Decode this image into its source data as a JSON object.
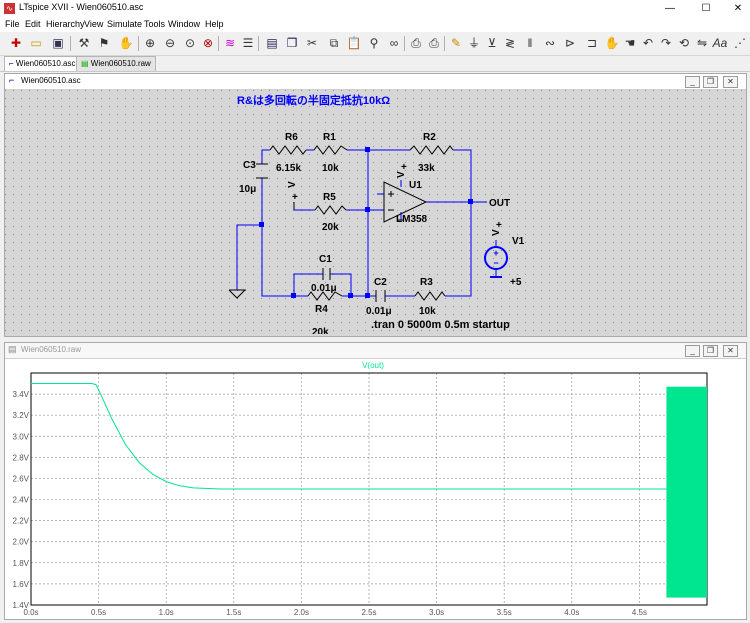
{
  "app": {
    "title": "LTspice XVII - Wien060510.asc"
  },
  "window_controls": {
    "minimize": "—",
    "maximize": "☐",
    "close": "✕"
  },
  "menu": [
    "File",
    "Edit",
    "Hierarchy",
    "View",
    "Simulate",
    "Tools",
    "Window",
    "Help"
  ],
  "toolbar_icons": [
    "new-schematic-icon",
    "open-icon",
    "save-icon",
    "control-panel-icon",
    "run-icon",
    "halt-icon",
    "pan-icon",
    "zoom-in-icon",
    "zoom-out-icon",
    "zoom-fit-icon",
    "cancel-zoom-icon",
    "autorange-icon",
    "tile-horizontal-icon",
    "tile-vertical-icon",
    "cascade-icon",
    "cut-icon",
    "copy-icon",
    "paste-icon",
    "find-icon",
    "print-setup-icon",
    "print-icon",
    "wire-icon",
    "ground-icon",
    "label-net-icon",
    "resistor-icon",
    "capacitor-icon",
    "inductor-icon",
    "diode-icon",
    "component-icon",
    "move-icon",
    "drag-icon",
    "undo-icon",
    "redo-icon",
    "rotate-icon",
    "mirror-icon",
    "text-icon",
    "spice-directive-icon"
  ],
  "tabs": [
    {
      "label": "Wien060510.asc",
      "icon": "schematic-icon",
      "active": true
    },
    {
      "label": "Wien060510.raw",
      "icon": "waveform-icon",
      "active": false
    }
  ],
  "schematic": {
    "title": "Wien060510.asc",
    "comment": "R&は多回転の半固定抵抗10kΩ",
    "directive": ".tran 0 5000m 0.5m startup",
    "components": [
      {
        "ref": "R6",
        "value": "6.15k"
      },
      {
        "ref": "R1",
        "value": "10k"
      },
      {
        "ref": "R2",
        "value": "33k"
      },
      {
        "ref": "C3",
        "value": "10μ"
      },
      {
        "ref": "R5",
        "value": "20k"
      },
      {
        "ref": "U1",
        "value": "LM358"
      },
      {
        "ref": "V1",
        "value": "+5"
      },
      {
        "ref": "C1",
        "value": "0.01μ"
      },
      {
        "ref": "R4",
        "value": "20k"
      },
      {
        "ref": "C2",
        "value": "0.01μ"
      },
      {
        "ref": "R3",
        "value": "10k"
      }
    ],
    "net_out": "OUT",
    "supply_label": "V",
    "supply_plus": "+"
  },
  "waveform": {
    "title": "Wien060510.raw",
    "trace_color": "#00e590",
    "chart_data": {
      "type": "line",
      "series": [
        {
          "name": "V(out)",
          "x": [
            0,
            0.45,
            0.48,
            0.5,
            0.55,
            0.6,
            0.7,
            0.8,
            0.9,
            1.0,
            1.1,
            1.2,
            1.4,
            1.7,
            2.0,
            3.0,
            4.0,
            4.7
          ],
          "y": [
            3.5,
            3.5,
            3.49,
            3.44,
            3.3,
            3.16,
            2.92,
            2.75,
            2.64,
            2.57,
            2.53,
            2.51,
            2.5,
            2.5,
            2.5,
            2.5,
            2.5,
            2.5
          ]
        }
      ],
      "oscillation": {
        "x_start": 4.7,
        "x_end": 5.0,
        "y_min": 1.47,
        "y_max": 3.47
      },
      "x_ticks": [
        "0.0s",
        "0.5s",
        "1.0s",
        "1.5s",
        "2.0s",
        "2.5s",
        "3.0s",
        "3.5s",
        "4.0s",
        "4.5s"
      ],
      "y_ticks": [
        "1.4V",
        "1.6V",
        "1.8V",
        "2.0V",
        "2.2V",
        "2.4V",
        "2.6V",
        "2.8V",
        "3.0V",
        "3.2V",
        "3.4V"
      ],
      "xlim": [
        0,
        5.0
      ],
      "ylim": [
        1.4,
        3.6
      ],
      "grid": true
    }
  }
}
